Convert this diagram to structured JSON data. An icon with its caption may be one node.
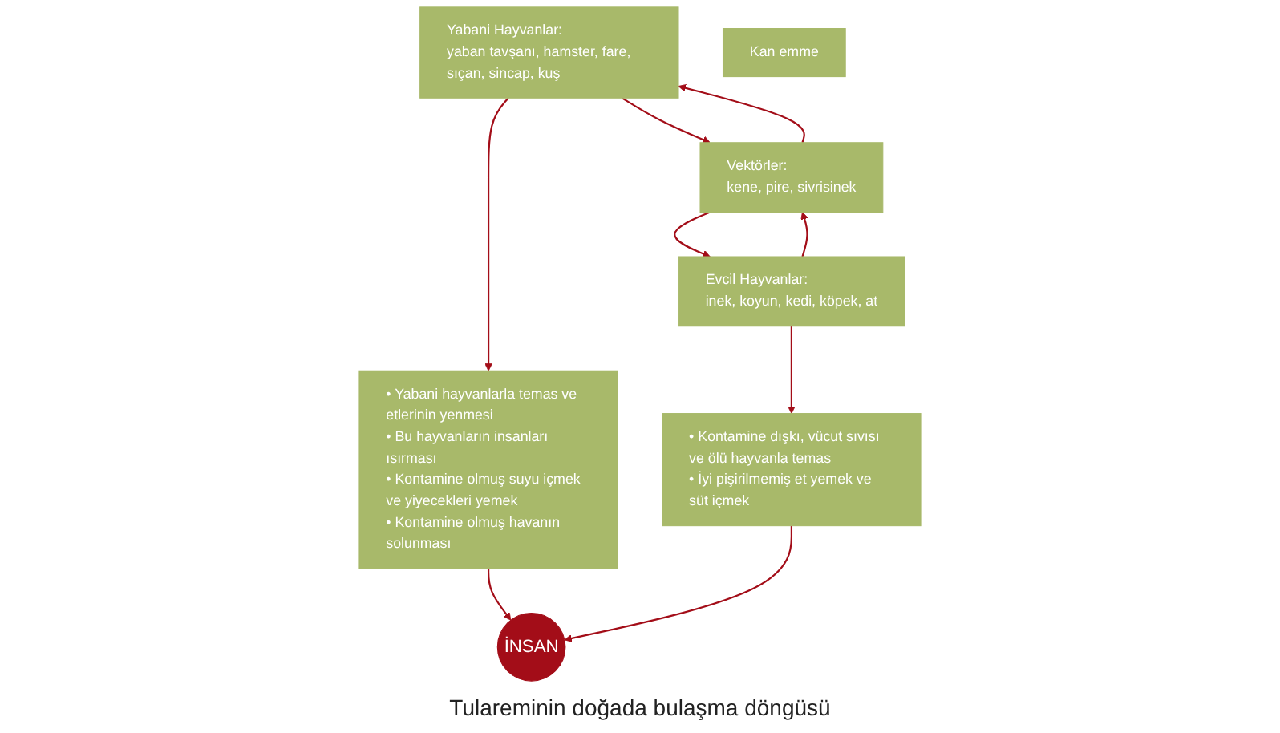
{
  "diagram": {
    "caption": "Tulareminin doğada bulaşma döngüsü",
    "nodes": [
      {
        "text": [
          "Yabani Hayvanlar:",
          "yaban tavşanı, hamster, fare, sıçan, sincap, kuş"
        ]
      },
      {
        "text": [
          "Vektörler:",
          "kene, pire, sivrisinek"
        ]
      },
      {
        "text": [
          "Evcil Hayvanlar:",
          "inek, koyun, kedi, köpek, at"
        ]
      },
      {
        "text": [
          "• Yabani hayvanlarla temas ve etlerinin yenmesi",
          "• Bu hayvanların insanları ısırması",
          "• Kontamine olmuş suyu içmek ve yiyecekleri yemek",
          "• Kontamine olmuş havanın solunması"
        ]
      },
      {
        "text": [
          "Kan emme"
        ]
      },
      {
        "text": [
          "• Kontamine dışkı, vücut sıvısı ve ölü hayvanla temas",
          "• İyi pişirilmemiş et yemek ve süt içmek"
        ]
      },
      {
        "text": [
          "İNSAN"
        ]
      }
    ],
    "edges": [
      {
        "from": 0,
        "to": 1,
        "arrow": "to"
      },
      {
        "from": 1,
        "to": 0,
        "arrow": "to"
      },
      {
        "from": 1,
        "to": 2,
        "arrow": "to"
      },
      {
        "from": 2,
        "to": 1,
        "arrow": "to"
      },
      {
        "from": 0,
        "to": 3,
        "arrow": "to"
      },
      {
        "from": 2,
        "to": 5,
        "arrow": "to"
      },
      {
        "from": 3,
        "to": 6,
        "arrow": "to"
      },
      {
        "from": 5,
        "to": 6,
        "arrow": "to"
      }
    ]
  }
}
